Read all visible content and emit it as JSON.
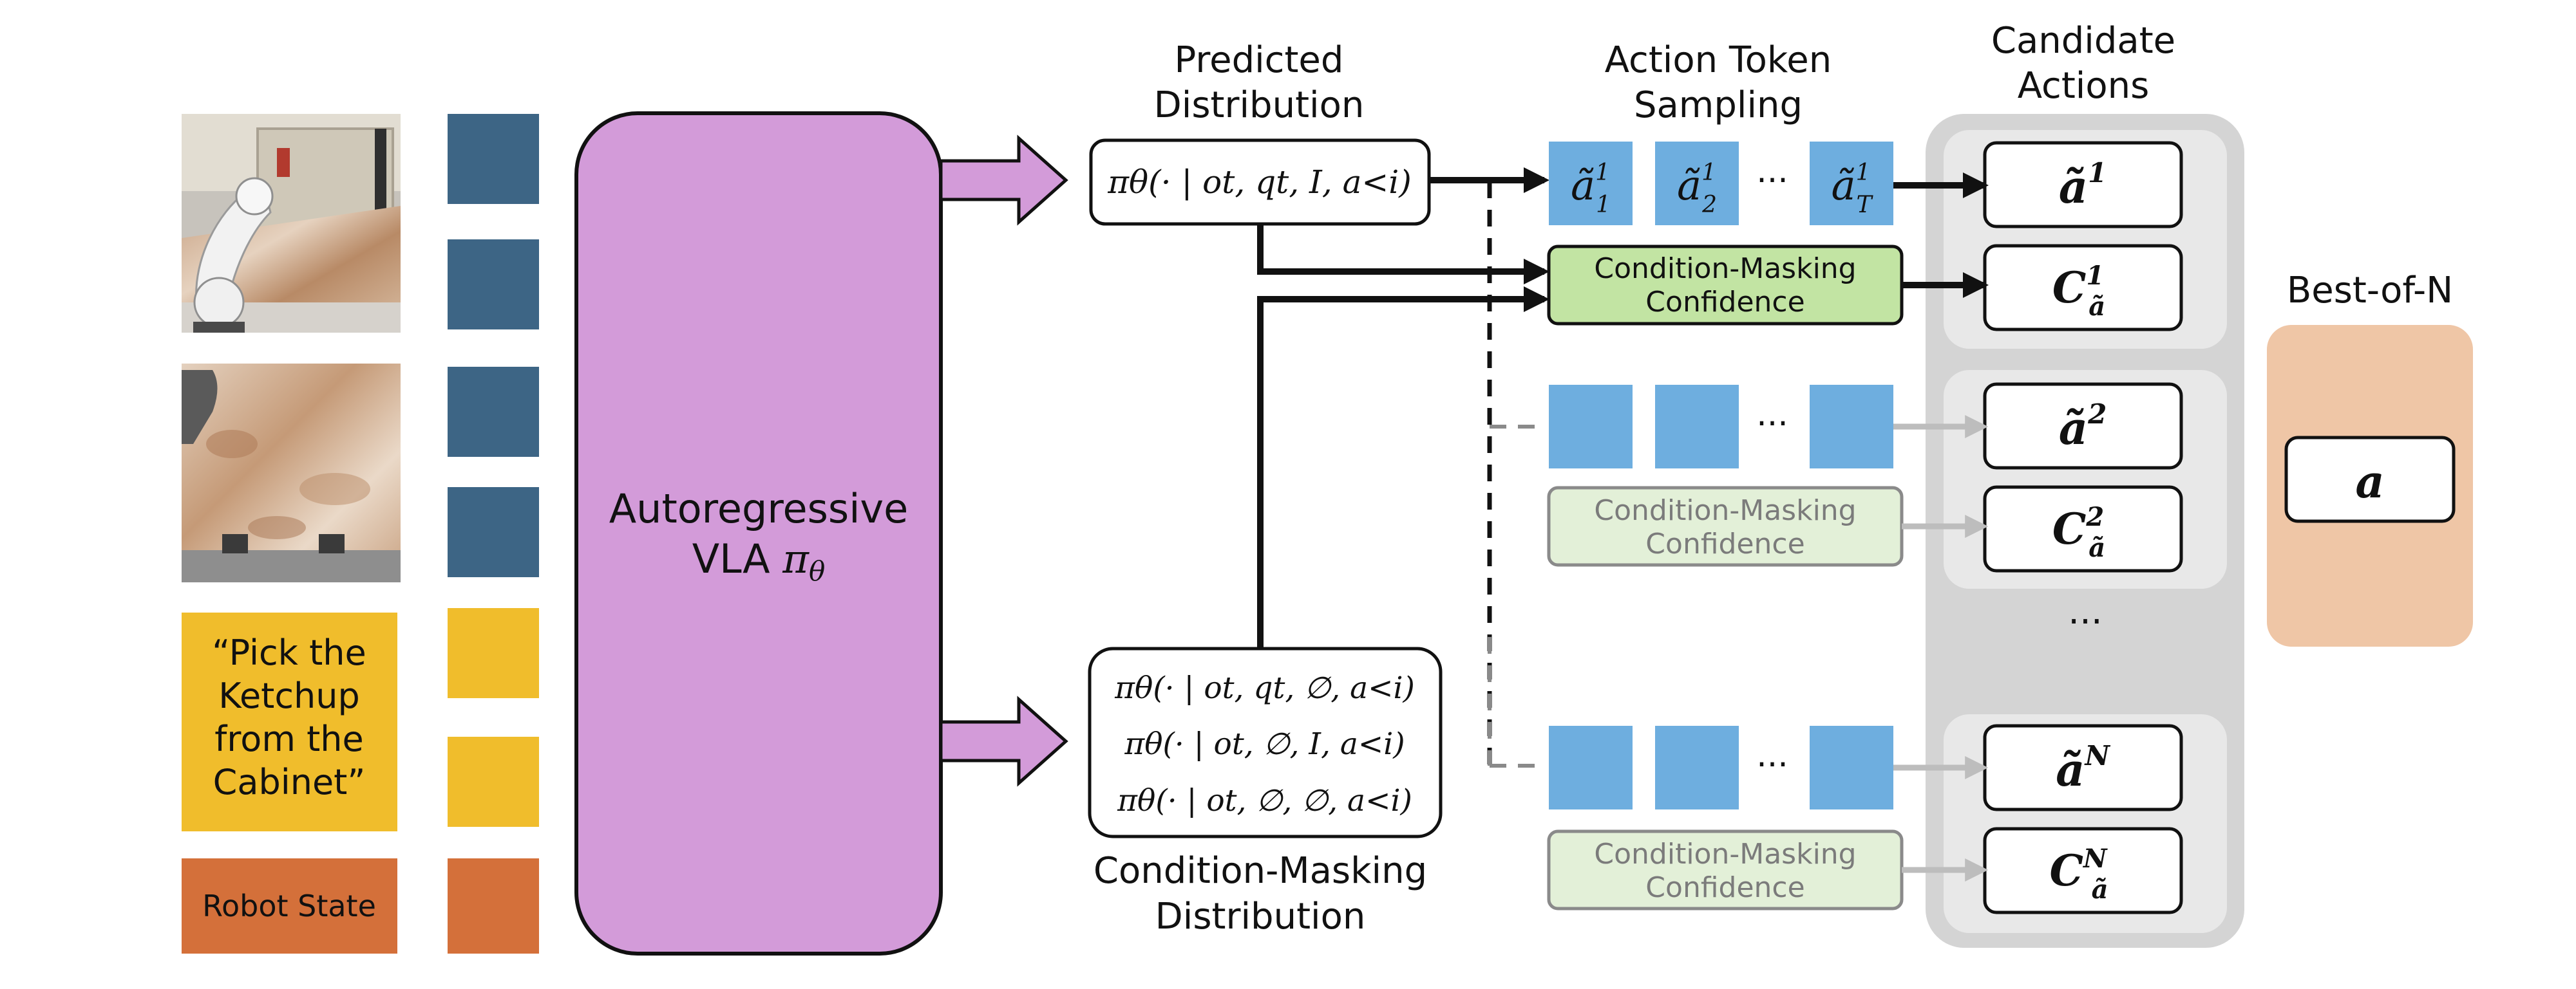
{
  "inputs": {
    "instruction_lines": [
      "“Pick the",
      "Ketchup",
      "from the",
      "Cabinet”"
    ],
    "robot_state": "Robot State"
  },
  "model": {
    "line1": "Autoregressive",
    "line2": "VLA",
    "symbol": "π",
    "subscript": "θ"
  },
  "predicted": {
    "title_lines": [
      "Predicted",
      "Distribution"
    ],
    "formula": "πθ(· | ot, qt, I, a<i)"
  },
  "masking": {
    "title_lines": [
      "Condition-Masking",
      "Distribution"
    ],
    "formulas": [
      "πθ(· | ot, qt, ∅, a<i)",
      "πθ(· | ot, ∅, I, a<i)",
      "πθ(· | ot, ∅, ∅, a<i)"
    ]
  },
  "sampling": {
    "title_lines": [
      "Action Token",
      "Sampling"
    ],
    "tokens": [
      "ã",
      "ã",
      "ã"
    ],
    "token_sub": [
      "1",
      "2",
      "T"
    ],
    "token_sup": "1",
    "ellipsis": "···"
  },
  "confidence": {
    "lines": [
      "Condition-Masking",
      "Confidence"
    ]
  },
  "candidates": {
    "title_lines": [
      "Candidate",
      "Actions"
    ],
    "action_symbol": "ã",
    "conf_symbol": "C",
    "conf_sub": "ã",
    "indices": [
      "1",
      "2",
      "N"
    ],
    "ellipsis": "···"
  },
  "best": {
    "title": "Best-of-N",
    "output": "a"
  },
  "colors": {
    "purple": "#d39bd9",
    "navy": "#3d6585",
    "yellow": "#f0bd2c",
    "orange": "#d4703a",
    "token_blue": "#6eaedf",
    "green": "#c2e4a3",
    "green_faded": "#e3f0d8",
    "panel_outer": "#d4d4d4",
    "panel_inner": "#e8e8e8",
    "peach": "#efc6a6"
  }
}
